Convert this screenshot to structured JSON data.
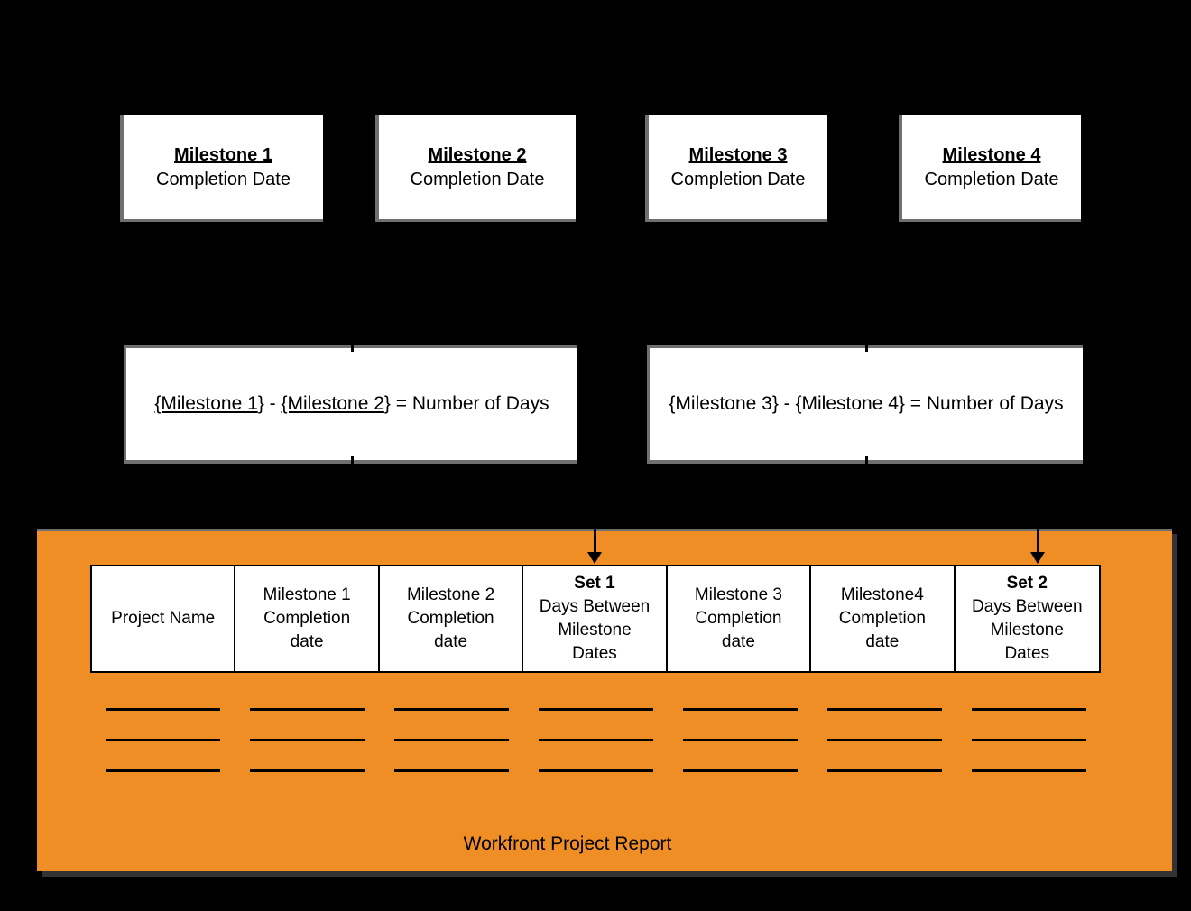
{
  "background_color": "#000000",
  "milestone_boxes": [
    {
      "title": "Milestone 1",
      "subtitle": "Completion Date"
    },
    {
      "title": "Milestone 2",
      "subtitle": "Completion Date"
    },
    {
      "title": "Milestone 3",
      "subtitle": "Completion Date"
    },
    {
      "title": "Milestone 4",
      "subtitle": "Completion Date"
    }
  ],
  "formulas": [
    {
      "segments": [
        {
          "text": "{Milestone 1",
          "underline": true
        },
        {
          "text": "} - ",
          "underline": false
        },
        {
          "text": "{Milestone 2",
          "underline": true
        },
        {
          "text": "} = Number of Days",
          "underline": false
        }
      ]
    },
    {
      "segments": [
        {
          "text": "{Milestone 3} - {Milestone 4} = Number of Days",
          "underline": false
        }
      ]
    }
  ],
  "report": {
    "label": "Workfront Project Report",
    "fill_color": "#EE8E24",
    "columns": [
      {
        "bold": "",
        "text": "Project Name"
      },
      {
        "bold": "",
        "text": "Milestone 1\nCompletion\ndate"
      },
      {
        "bold": "",
        "text": "Milestone 2\nCompletion\ndate"
      },
      {
        "bold": "Set 1",
        "text": "Days Between\nMilestone\nDates"
      },
      {
        "bold": "",
        "text": "Milestone 3\nCompletion\ndate"
      },
      {
        "bold": "",
        "text": "Milestone4\nCompletion\ndate"
      },
      {
        "bold": "Set 2",
        "text": "Days Between\nMilestone\nDates"
      }
    ],
    "blank_row_count": 3
  }
}
